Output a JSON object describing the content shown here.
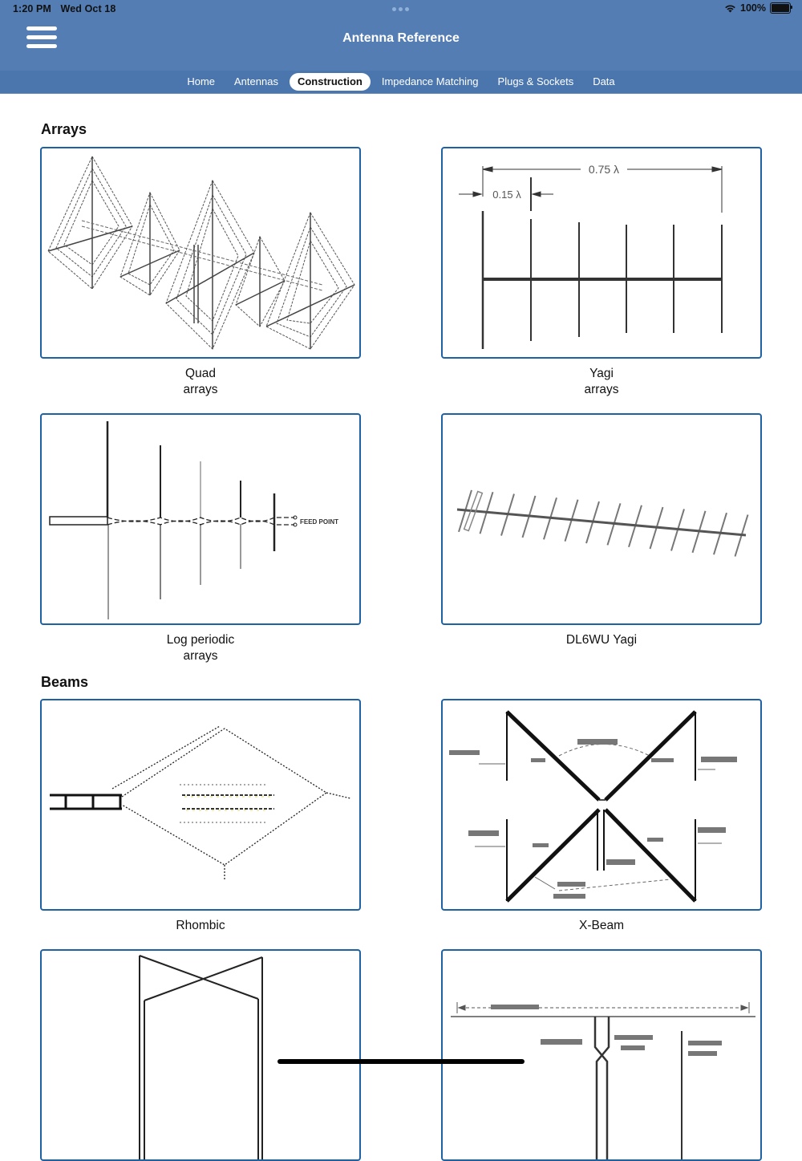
{
  "status_bar": {
    "time": "1:20 PM",
    "date": "Wed Oct 18",
    "battery": "100%",
    "wifi_icon": "wifi-icon",
    "battery_icon": "battery-icon"
  },
  "header": {
    "title": "Antenna Reference",
    "menu_icon": "hamburger-menu-icon"
  },
  "tabs": [
    {
      "label": "Home",
      "active": false
    },
    {
      "label": "Antennas",
      "active": false
    },
    {
      "label": "Construction",
      "active": true
    },
    {
      "label": "Impedance Matching",
      "active": false
    },
    {
      "label": "Plugs & Sockets",
      "active": false
    },
    {
      "label": "Data",
      "active": false
    }
  ],
  "sections": [
    {
      "title": "Arrays",
      "cards": [
        {
          "caption_line1": "Quad",
          "caption_line2": "arrays"
        },
        {
          "caption_line1": "Yagi",
          "caption_line2": "arrays",
          "dim_total": "0.75 λ",
          "dim_spacing": "0.15 λ"
        },
        {
          "caption_line1": "Log periodic",
          "caption_line2": "arrays",
          "feed_label": "FEED POINT"
        },
        {
          "caption_line1": "DL6WU Yagi",
          "caption_line2": ""
        }
      ]
    },
    {
      "title": "Beams",
      "cards": [
        {
          "caption_line1": "Rhombic",
          "caption_line2": ""
        },
        {
          "caption_line1": "X-Beam",
          "caption_line2": ""
        },
        {
          "caption_line1": "",
          "caption_line2": ""
        },
        {
          "caption_line1": "",
          "caption_line2": ""
        }
      ]
    }
  ],
  "colors": {
    "header_bg": "#547db3",
    "tabbar_bg": "#4a76ad",
    "card_border": "#1e62a3"
  }
}
